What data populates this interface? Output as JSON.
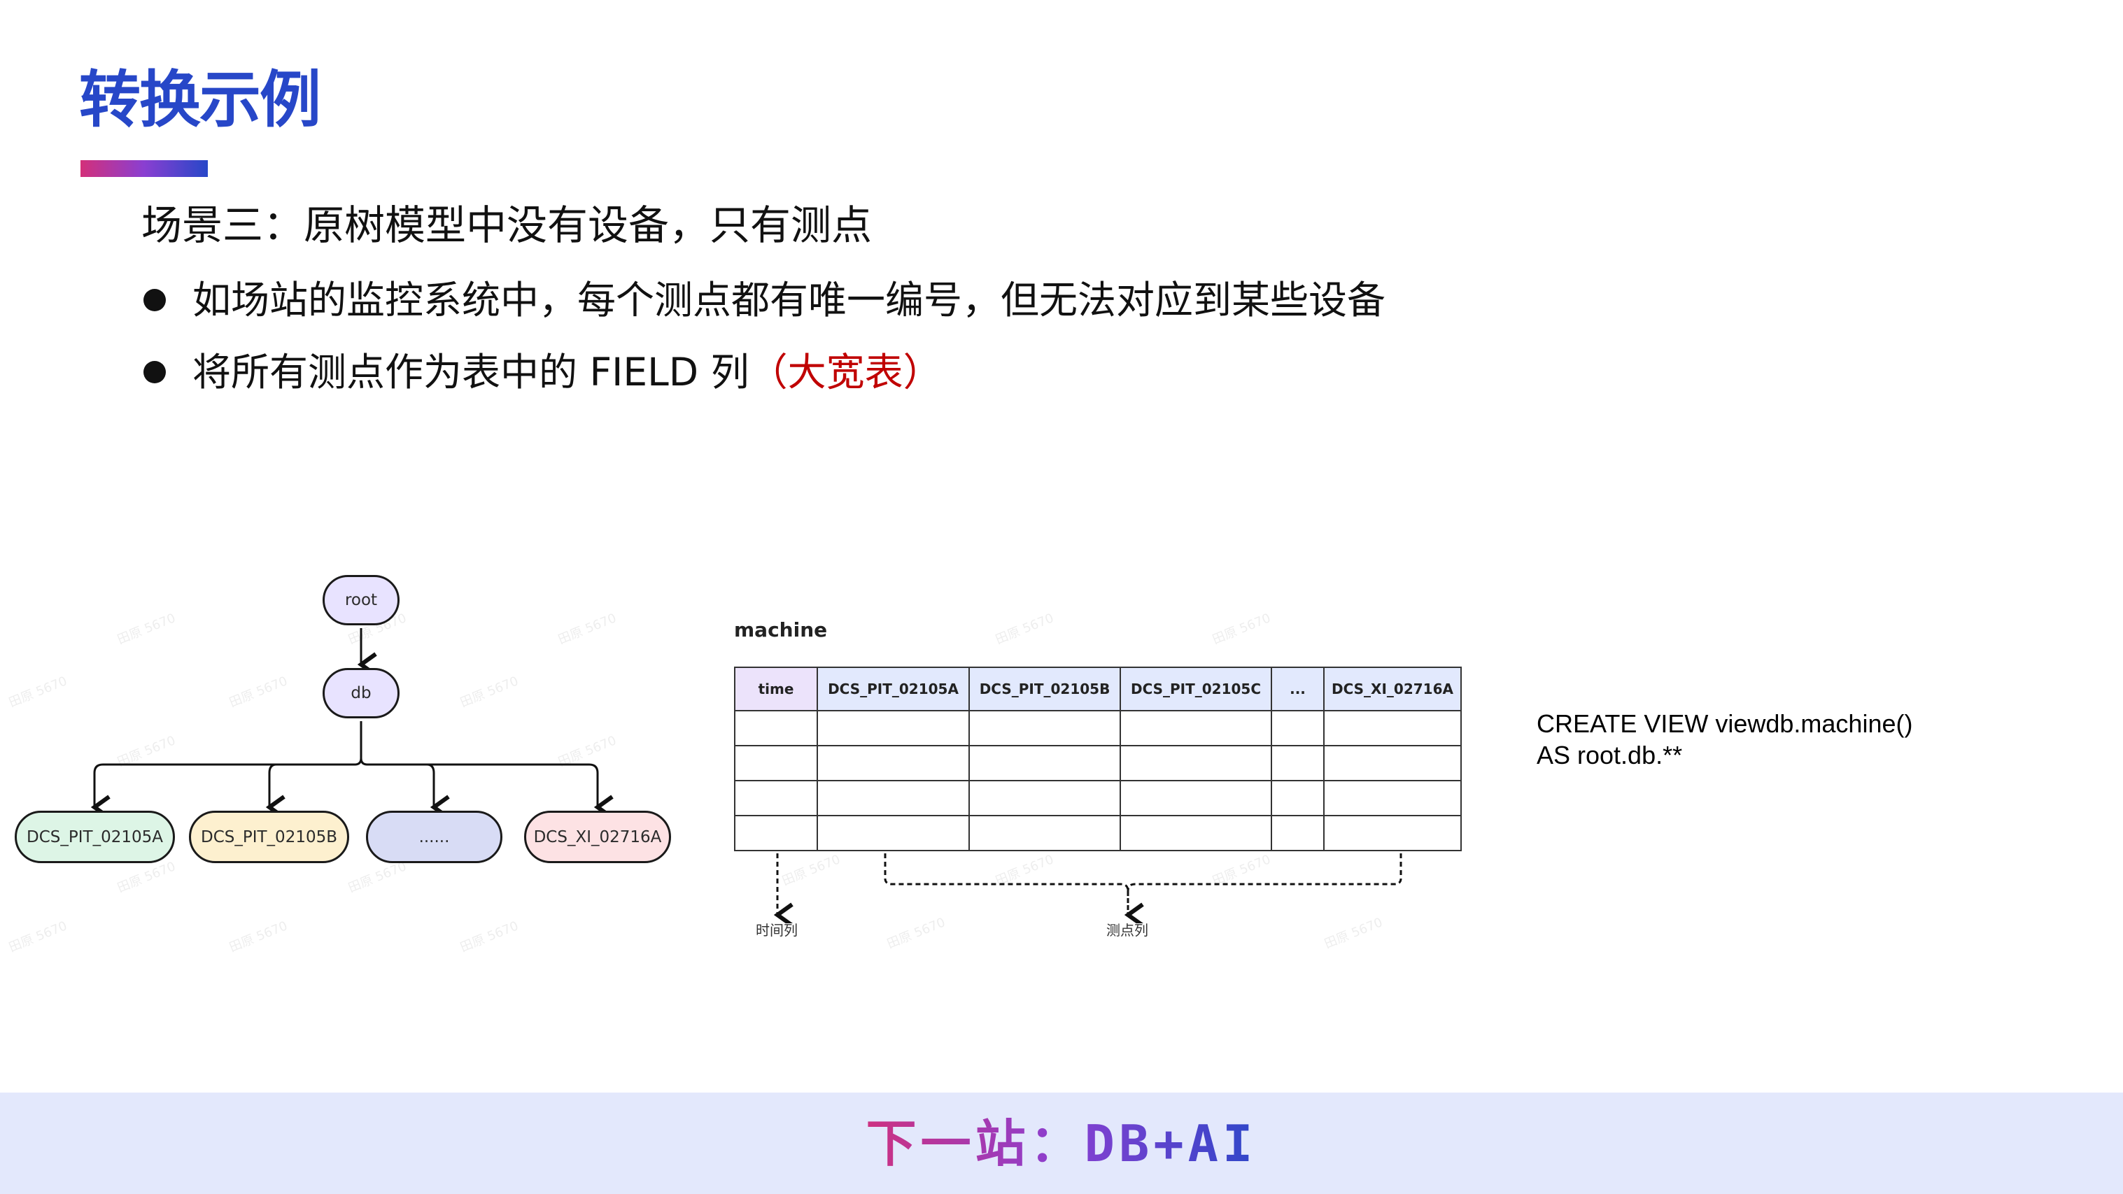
{
  "slide": {
    "title": "转换示例",
    "subtitle": "场景三：原树模型中没有设备，只有测点",
    "bullets": [
      {
        "text": "如场站的监控系统中，每个测点都有唯一编号，但无法对应到某些设备",
        "highlight": ""
      },
      {
        "text": "将所有测点作为表中的 FIELD 列",
        "highlight": "（大宽表）"
      }
    ],
    "colors": {
      "title": "#2747C8",
      "highlight": "#C00000",
      "gradient_start": "#D3307A",
      "gradient_mid": "#8A3FD1",
      "gradient_end": "#2747C8",
      "footer_bg": "#E3E8FC"
    }
  },
  "tree": {
    "root": "root",
    "db": "db",
    "leaves": [
      {
        "label": "DCS_PIT_02105A",
        "color": "#DDF5E6"
      },
      {
        "label": "DCS_PIT_02105B",
        "color": "#FDF0CF"
      },
      {
        "label": "......",
        "color": "#D8DCF5"
      },
      {
        "label": "DCS_XI_02716A",
        "color": "#FDE2E4"
      }
    ]
  },
  "table": {
    "name": "machine",
    "columns": [
      "time",
      "DCS_PIT_02105A",
      "DCS_PIT_02105B",
      "DCS_PIT_02105C",
      "...",
      "DCS_XI_02716A"
    ],
    "row_count": 4,
    "annotations": {
      "time_column": "时间列",
      "measurement_columns": "测点列"
    }
  },
  "sql": {
    "line1": "CREATE VIEW viewdb.machine()",
    "line2": "AS root.db.**"
  },
  "footer": {
    "text": "下一站：DB+AI"
  },
  "watermark": "田原 5670"
}
